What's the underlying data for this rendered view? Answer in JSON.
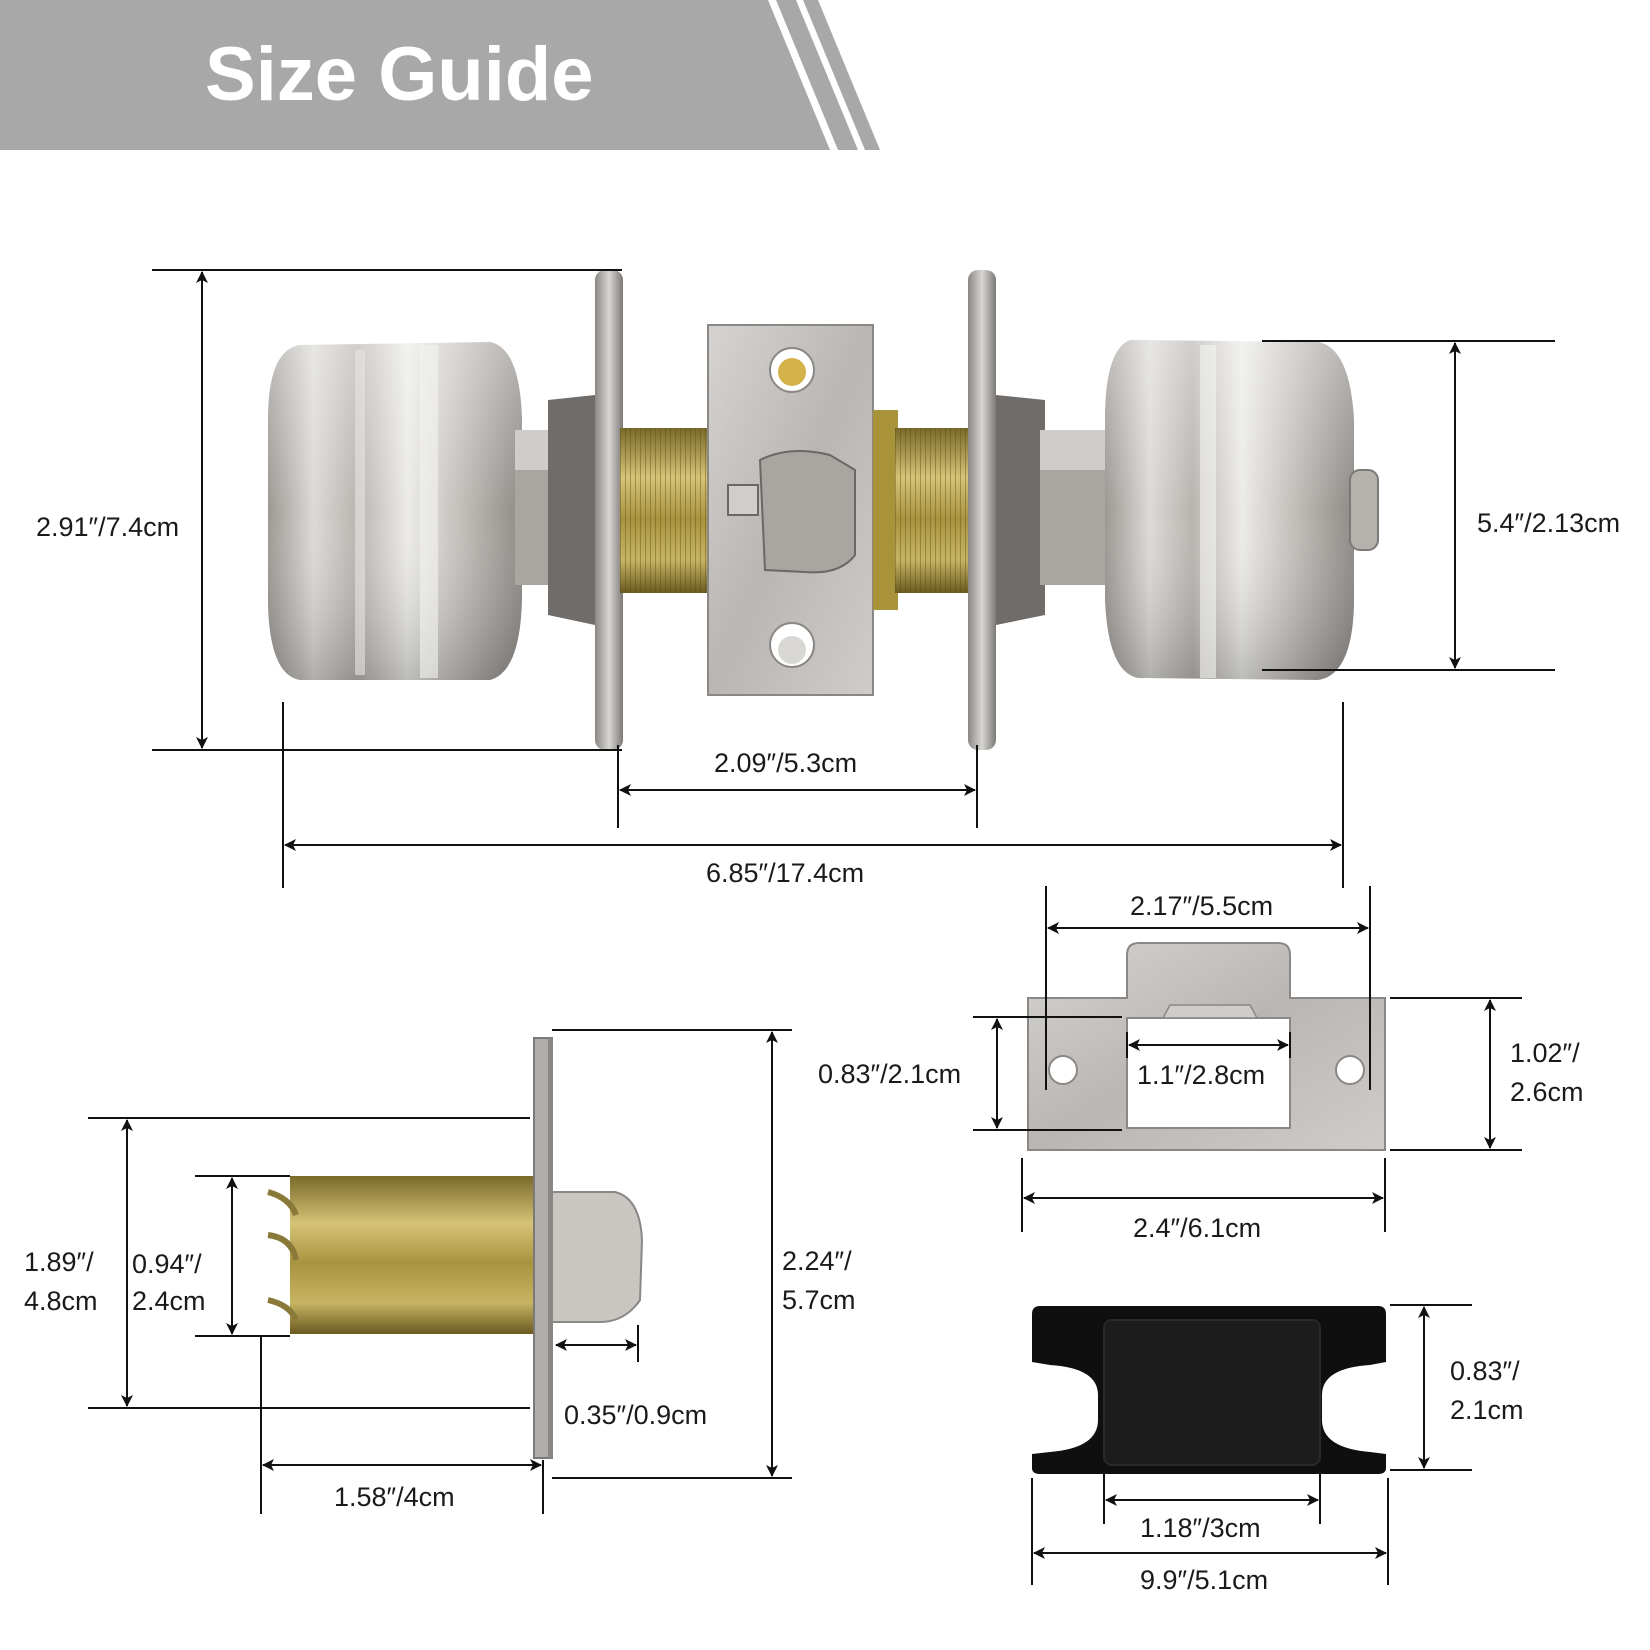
{
  "header": {
    "title": "Size Guide",
    "banner_color": "#a8a8a8",
    "stripe_color": "#a8a8a8"
  },
  "knob_assembly": {
    "total_height": "2.91″/7.4cm",
    "knob_height": "5.4″/2.13cm",
    "door_thickness": "2.09″/5.3cm",
    "total_length": "6.85″/17.4cm"
  },
  "strike_plate": {
    "hole_spacing": "2.17″/5.5cm",
    "opening_height": "0.83″/2.1cm",
    "opening_width": "1.1″/2.8cm",
    "height_line1": "1.02″/",
    "height_line2": "2.6cm",
    "width": "2.4″/6.1cm"
  },
  "latch": {
    "faceplate_height_line1": "1.89″/",
    "faceplate_height_line2": "4.8cm",
    "tube_diameter_line1": "0.94″/",
    "tube_diameter_line2": "2.4cm",
    "plate_height_line1": "2.24″/",
    "plate_height_line2": "5.7cm",
    "bolt_projection": "0.35″/0.9cm",
    "backset": "1.58″/4cm"
  },
  "dust_box": {
    "height_line1": "0.83″/",
    "height_line2": "2.1cm",
    "inner_width": "1.18″/3cm",
    "outer_width": "9.9″/5.1cm"
  },
  "colors": {
    "line": "#111111",
    "satin_nickel": "#c9c6c2",
    "brass": "#b5a24a",
    "rubber": "#111111"
  }
}
